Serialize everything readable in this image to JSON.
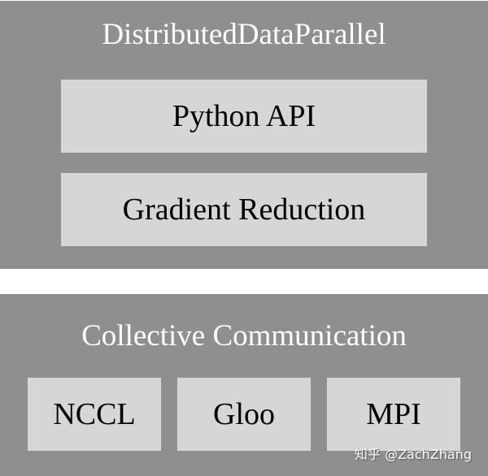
{
  "diagram": {
    "top_panel": {
      "title": "DistributedDataParallel",
      "boxes": [
        {
          "label": "Python API"
        },
        {
          "label": "Gradient Reduction"
        }
      ]
    },
    "bottom_panel": {
      "title": "Collective Communication",
      "boxes": [
        {
          "label": "NCCL"
        },
        {
          "label": "Gloo"
        },
        {
          "label": "MPI"
        }
      ]
    },
    "watermark": "知乎 @ZachZhang",
    "colors": {
      "panel": "#8f8f8f",
      "box": "#d6d6d6",
      "title_text": "#ffffff",
      "box_text": "#000000",
      "background": "#ffffff"
    }
  }
}
